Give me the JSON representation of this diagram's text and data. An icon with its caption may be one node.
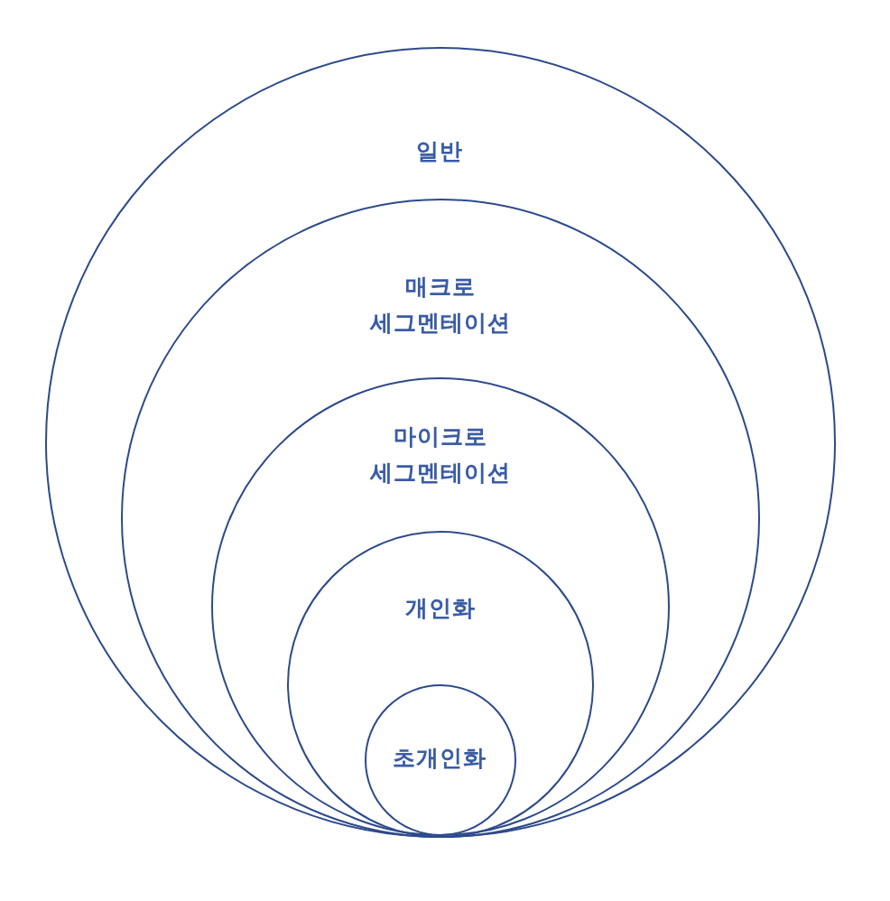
{
  "diagram": {
    "nodes": [
      {
        "text": [
          "일반"
        ]
      },
      {
        "text": [
          "매크로 세그멘테이션"
        ],
        "in": 0
      },
      {
        "text": [
          "마이크로 세그멘테이션"
        ],
        "in": 1
      },
      {
        "text": [
          "개인화"
        ],
        "in": 2
      },
      {
        "text": [
          "초개인화"
        ],
        "in": 3
      }
    ]
  }
}
